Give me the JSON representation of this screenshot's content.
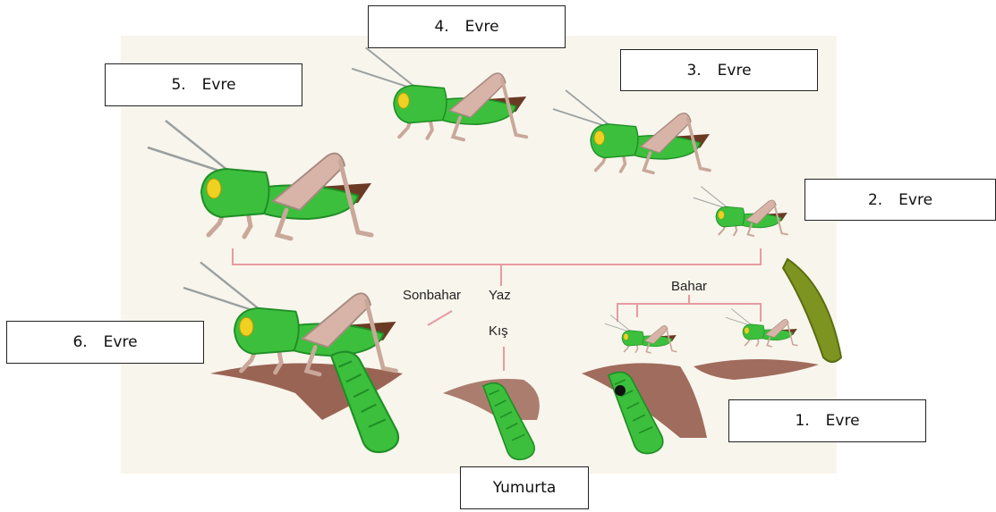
{
  "stages": [
    {
      "number": "1.",
      "label": "Evre"
    },
    {
      "number": "2.",
      "label": "Evre"
    },
    {
      "number": "3.",
      "label": "Evre"
    },
    {
      "number": "4.",
      "label": "Evre"
    },
    {
      "number": "5.",
      "label": "Evre"
    },
    {
      "number": "6.",
      "label": "Evre"
    }
  ],
  "egg_label": "Yumurta",
  "seasons": {
    "autumn": "Sonbahar",
    "summer": "Yaz",
    "winter": "Kış",
    "spring": "Bahar"
  },
  "colors": {
    "body": "#3cbf3c",
    "body_dark": "#1f8e26",
    "wing": "#d8b4a8",
    "hindwing": "#6b3a24",
    "eye": "#f0d020",
    "leg": "#c9a89a",
    "soil": "#8a4a3a",
    "line": "#e89aa2",
    "leaf": "#7d9420",
    "panel": "#f8f5ec"
  }
}
